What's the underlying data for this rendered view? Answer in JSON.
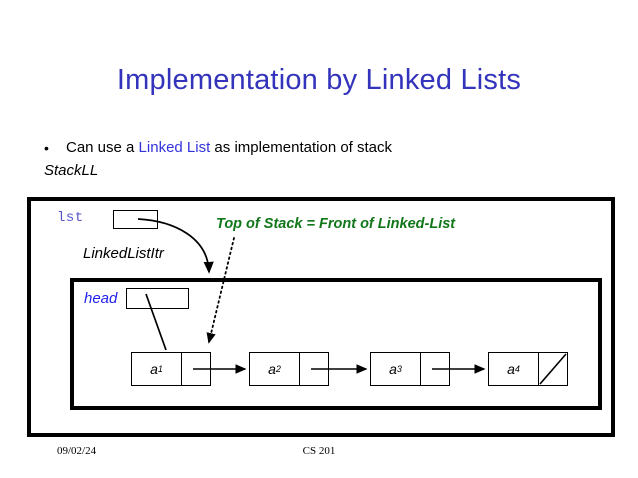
{
  "slide": {
    "title": "Implementation by Linked Lists",
    "body": {
      "bullet_marker": "•",
      "bullet_prefix": "Can use a ",
      "bullet_keyword": "Linked List",
      "bullet_suffix": " as implementation of stack",
      "class_name": "StackLL"
    },
    "diagram": {
      "lst_label": "lst",
      "iterator_label": "LinkedListItr",
      "annotation": "Top of Stack  = Front of Linked-List",
      "head_label": "head",
      "nodes": [
        {
          "base": "a",
          "sub": "1"
        },
        {
          "base": "a",
          "sub": "2"
        },
        {
          "base": "a",
          "sub": "3"
        },
        {
          "base": "a",
          "sub": "4"
        }
      ]
    },
    "footer": {
      "date": "09/02/24",
      "course": "CS 201"
    },
    "colors": {
      "title": "#3333bb",
      "keyword_link": "#3333dd",
      "annotation_green": "#11771a",
      "head_blue": "#2222ee",
      "lst_purple": "#5555cc",
      "frame_black": "#000000"
    }
  }
}
